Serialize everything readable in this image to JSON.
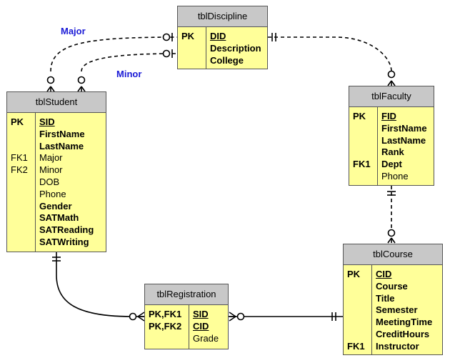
{
  "entities": {
    "discipline": {
      "name": "tblDiscipline",
      "keys": [
        "PK",
        "",
        ""
      ],
      "fields": [
        "DID",
        "Description",
        "College"
      ]
    },
    "student": {
      "name": "tblStudent",
      "keys": [
        "PK",
        "",
        "",
        "FK1",
        "FK2",
        "",
        "",
        "",
        "",
        "",
        ""
      ],
      "fields": [
        "SID",
        "FirstName",
        "LastName",
        "Major",
        "Minor",
        "DOB",
        "Phone",
        "Gender",
        "SATMath",
        "SATReading",
        "SATWriting"
      ]
    },
    "faculty": {
      "name": "tblFaculty",
      "keys": [
        "PK",
        "",
        "",
        "",
        "FK1",
        ""
      ],
      "fields": [
        "FID",
        "FirstName",
        "LastName",
        "Rank",
        "Dept",
        "Phone"
      ]
    },
    "course": {
      "name": "tblCourse",
      "keys": [
        "PK",
        "",
        "",
        "",
        "",
        "",
        "FK1"
      ],
      "fields": [
        "CID",
        "Course",
        "Title",
        "Semester",
        "MeetingTime",
        "CreditHours",
        "Instructor"
      ]
    },
    "registration": {
      "name": "tblRegistration",
      "keys": [
        "PK,FK1",
        "PK,FK2",
        ""
      ],
      "fields": [
        "SID",
        "CID",
        "Grade"
      ]
    }
  },
  "relationships": {
    "major_label": "Major",
    "minor_label": "Minor"
  }
}
